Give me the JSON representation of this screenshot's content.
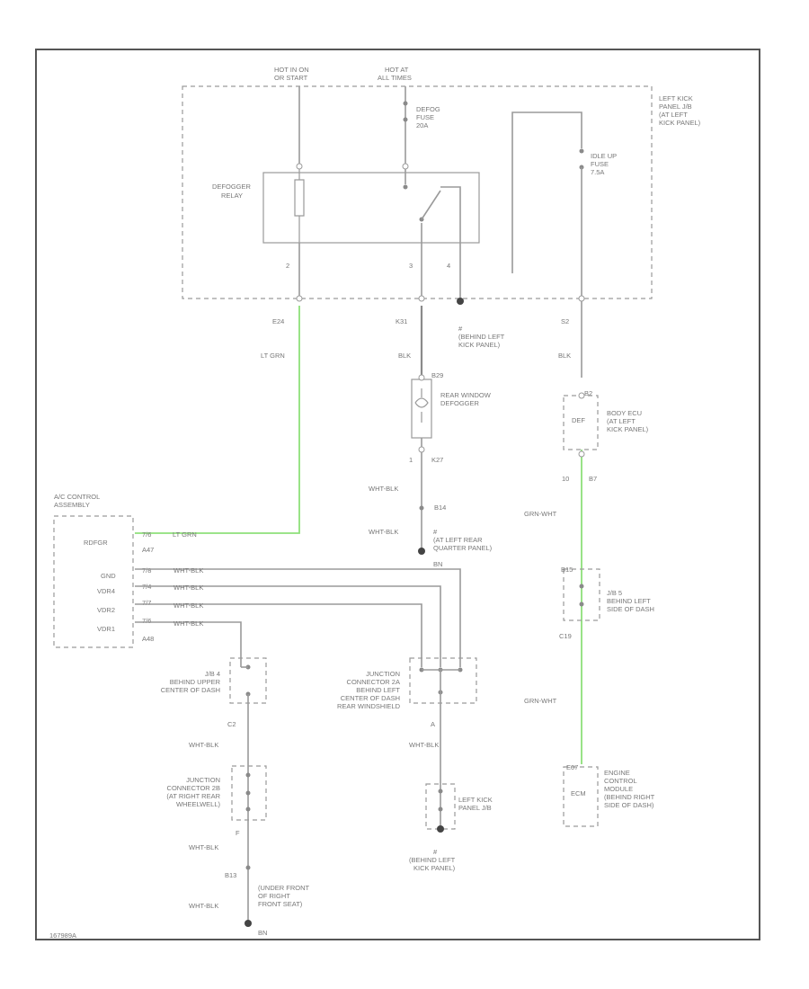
{
  "labels": {
    "hot_in_on": [
      "HOT IN ON",
      "OR START"
    ],
    "hot_at_all": [
      "HOT AT",
      "ALL TIMES"
    ],
    "defog_fuse": [
      "DEFOG",
      "FUSE",
      "20A"
    ],
    "left_kick_jb": [
      "LEFT KICK",
      "PANEL J/B",
      "(AT LEFT",
      "KICK PANEL)"
    ],
    "idle_up_fuse": [
      "IDLE UP",
      "FUSE",
      "7.5A"
    ],
    "defogger_relay": [
      "DEFOGGER",
      "RELAY"
    ],
    "pin_2": "2",
    "pin_3": "3",
    "pin_4": "4",
    "conn_e24": "E24",
    "conn_k31": "K31",
    "conn_s2": "S2",
    "ground_behind_left": [
      "(BEHIND LEFT",
      "KICK PANEL)"
    ],
    "lt_grn": "LT GRN",
    "blk_1": "BLK",
    "blk_2": "BLK",
    "conn_b29": "B29",
    "rear_window_defogger": [
      "REAR WINDOW",
      "DEFOGGER"
    ],
    "conn_b2": "B2",
    "body_ecu": [
      "BODY ECU",
      "(AT LEFT",
      "KICK PANEL)"
    ],
    "def": "DEF",
    "pin_1": "1",
    "conn_k27": "K27",
    "conn_b7": "B7",
    "pin_10": "10",
    "ac_control": [
      "A/C CONTROL",
      "ASSEMBLY"
    ],
    "ac_pins": [
      "RDFGR",
      "GND",
      "VDR4",
      "VDR2",
      "VDR1"
    ],
    "ac_pin_nums": [
      "7/6",
      "7/8",
      "7/4",
      "7/7",
      "7/6"
    ],
    "conn_a47": "A47",
    "conn_a48": "A48",
    "wire_lt_grn": "LT GRN",
    "wht_blk_wires": [
      "WHT-BLK",
      "WHT-BLK",
      "WHT-BLK",
      "WHT-BLK"
    ],
    "wht_blk_1": "WHT-BLK",
    "conn_b14": "B14",
    "wht_blk_2": "WHT-BLK",
    "ground_left_rear": [
      "(AT LEFT REAR",
      "QUARTER PANEL)"
    ],
    "gnd_bn": "BN",
    "grn_wht_1": "GRN-WHT",
    "conn_b15": "B15",
    "jb5": [
      "J/B 5",
      "BEHIND LEFT",
      "SIDE OF DASH"
    ],
    "conn_c19": "C19",
    "grn_wht_2": "GRN-WHT",
    "jb4": [
      "J/B 4",
      "BEHIND UPPER",
      "CENTER OF DASH"
    ],
    "conn_c2": "C2",
    "junction_2a": [
      "JUNCTION",
      "CONNECTOR 2A",
      "BEHIND LEFT",
      "CENTER OF DASH",
      "REAR WINDSHIELD"
    ],
    "pin_a": "A",
    "wht_blk_3": "WHT-BLK",
    "wht_blk_4": "WHT-BLK",
    "junction_2b": [
      "JUNCTION",
      "CONNECTOR 2B",
      "(AT RIGHT REAR",
      "WHEELWELL)"
    ],
    "pin_f": "F",
    "wht_blk_5": "WHT-BLK",
    "conn_b13": "B13",
    "wht_blk_6": "WHT-BLK",
    "ground_under_seat": [
      "(UNDER FRONT",
      "OF RIGHT",
      "FRONT SEAT)"
    ],
    "gnd_bn2": "BN",
    "left_kick_jb2": [
      "LEFT KICK",
      "PANEL J/B"
    ],
    "ground_behind_left2": [
      "(BEHIND LEFT",
      "KICK PANEL)"
    ],
    "ecm": [
      "ENGINE",
      "CONTROL",
      "MODULE",
      "(BEHIND RIGHT",
      "SIDE OF DASH)"
    ],
    "ecm_short": "ECM",
    "conn_e07": "E07",
    "footer_code": "167989A"
  },
  "colors": {
    "wire": "#9a9a9a",
    "highlight_wire": "#8ee07a",
    "ground": "#444444"
  }
}
